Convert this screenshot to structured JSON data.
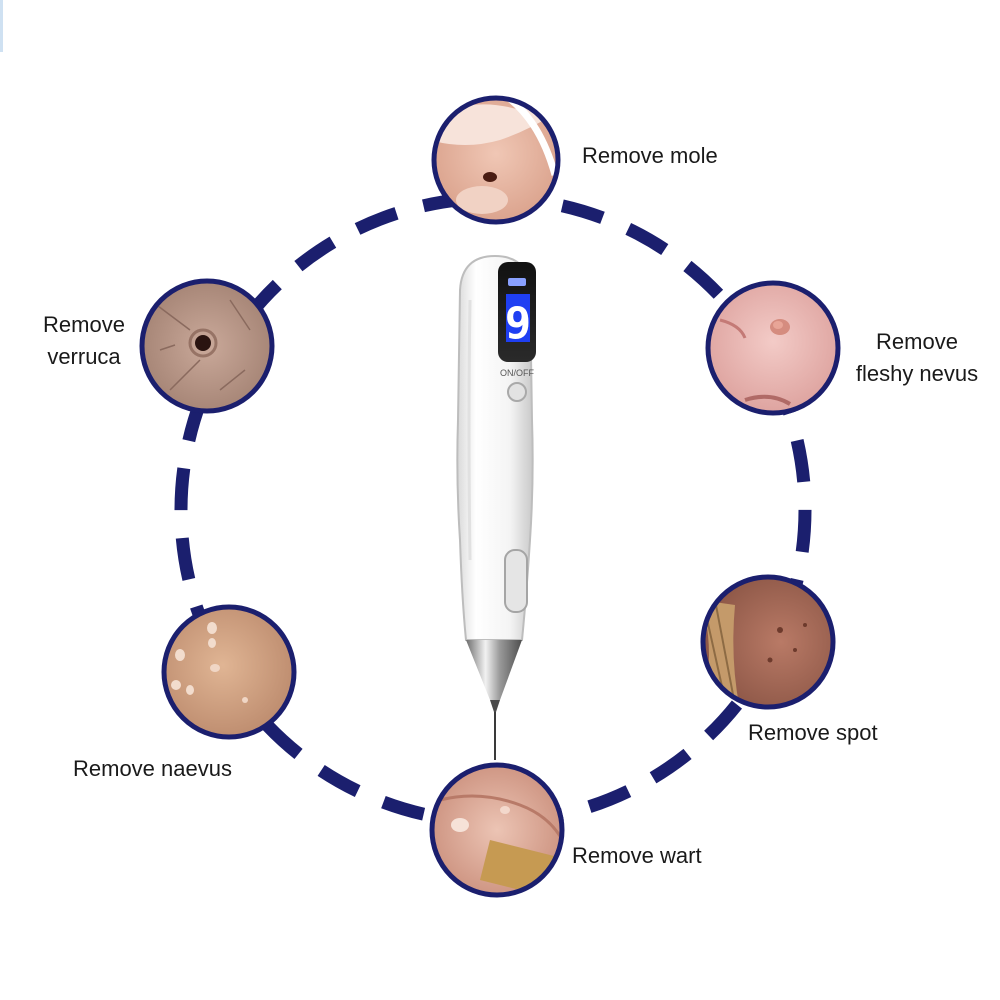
{
  "colors": {
    "ring": "#1b1f6e",
    "photo_border": "#1b1f6e",
    "skin_light": "#efc2b2",
    "skin_dark": "#c98c78",
    "display_blue": "#1f3ff2"
  },
  "device": {
    "display_digit": "9",
    "power_label": "ON/OFF",
    "icon": "mole-removal-pen-icon"
  },
  "treatments": [
    {
      "id": "mole",
      "lines": [
        "Remove mole"
      ]
    },
    {
      "id": "fleshy-nevus",
      "lines": [
        "Remove",
        "fleshy nevus"
      ]
    },
    {
      "id": "spot",
      "lines": [
        "Remove spot"
      ]
    },
    {
      "id": "wart",
      "lines": [
        "Remove wart"
      ]
    },
    {
      "id": "naevus",
      "lines": [
        "Remove naevus"
      ]
    },
    {
      "id": "verruca",
      "lines": [
        "Remove",
        "verruca"
      ]
    }
  ]
}
